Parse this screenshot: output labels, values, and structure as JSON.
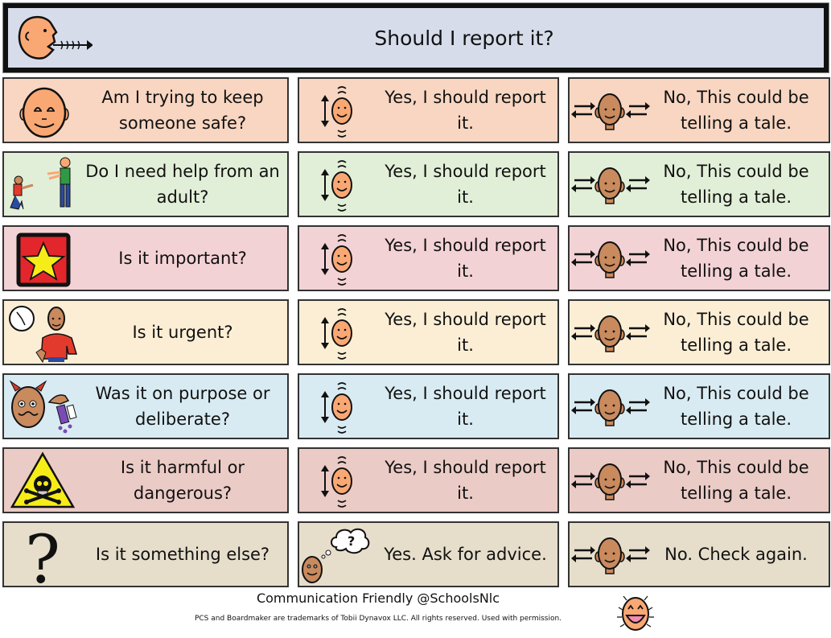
{
  "header": {
    "title": "Should I report it?",
    "icon": "speaking-head-icon"
  },
  "colors": {
    "header_bg": "#d6dcea",
    "rows": [
      "#f8d6c2",
      "#e2efd8",
      "#f3d2d5",
      "#fbeed5",
      "#d9ebf2",
      "#ebcbc6",
      "#e6decb"
    ]
  },
  "rows": [
    {
      "question": "Am I trying to keep someone safe?",
      "question_icon": "safe-face-icon",
      "yes": "Yes, I should report it.",
      "yes_icon": "nodding-head-icon",
      "no": "No, This could be telling a tale.",
      "no_icon": "shaking-head-icon"
    },
    {
      "question": "Do I need help from an adult?",
      "question_icon": "adult-helping-child-icon",
      "yes": "Yes, I should report it.",
      "yes_icon": "nodding-head-icon",
      "no": "No, This could be telling a tale.",
      "no_icon": "shaking-head-icon"
    },
    {
      "question": "Is it important?",
      "question_icon": "star-icon",
      "yes": "Yes, I should report it.",
      "yes_icon": "nodding-head-icon",
      "no": "No, This could be telling a tale.",
      "no_icon": "shaking-head-icon"
    },
    {
      "question": "Is it urgent?",
      "question_icon": "clock-person-icon",
      "yes": "Yes, I should report it.",
      "yes_icon": "nodding-head-icon",
      "no": "No, This could be telling a tale.",
      "no_icon": "shaking-head-icon"
    },
    {
      "question": "Was it on purpose or deliberate?",
      "question_icon": "devil-spilling-icon",
      "yes": "Yes, I should report it.",
      "yes_icon": "nodding-head-icon",
      "no": "No, This could be telling a tale.",
      "no_icon": "shaking-head-icon"
    },
    {
      "question": "Is it harmful or dangerous?",
      "question_icon": "hazard-skull-icon",
      "yes": "Yes, I should report it.",
      "yes_icon": "nodding-head-icon",
      "no": "No, This could be telling a tale.",
      "no_icon": "shaking-head-icon"
    },
    {
      "question": "Is it something else?",
      "question_icon": "question-mark-icon",
      "yes": "Yes. Ask for advice.",
      "yes_icon": "thinking-head-icon",
      "no": "No. Check again.",
      "no_icon": "shaking-head-icon"
    }
  ],
  "footer": {
    "credit": "Communication Friendly @SchoolsNlc",
    "trademark": "PCS and Boardmaker are trademarks of Tobii Dynavox LLC.  All rights reserved.  Used with permission.",
    "icon": "laughing-face-icon"
  }
}
